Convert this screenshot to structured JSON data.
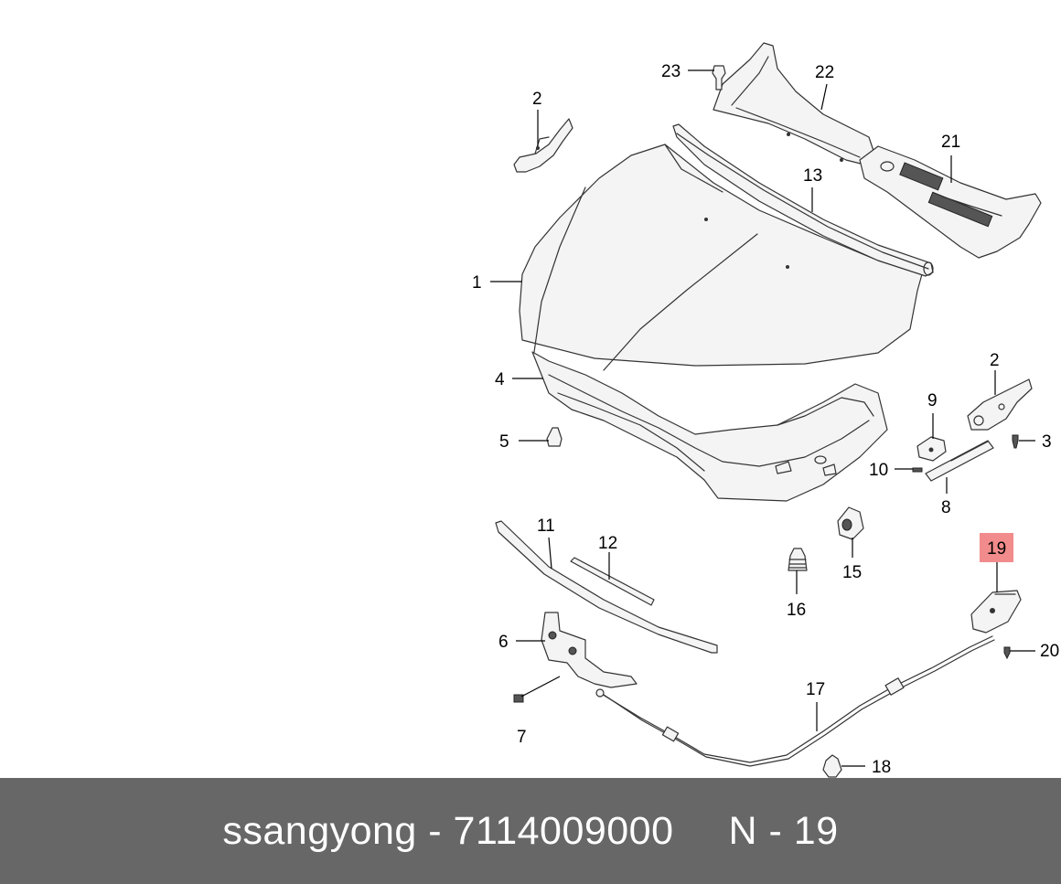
{
  "callouts": {
    "c23": "23",
    "c22": "22",
    "c2a": "2",
    "c21": "21",
    "c13": "13",
    "c1": "1",
    "c4": "4",
    "c2b": "2",
    "c9": "9",
    "c3": "3",
    "c5": "5",
    "c10": "10",
    "c8": "8",
    "c11": "11",
    "c12": "12",
    "c15": "15",
    "c19": "19",
    "c16": "16",
    "c6": "6",
    "c20": "20",
    "c17": "17",
    "c7": "7",
    "c18": "18"
  },
  "highlight_color": "#f28b8b",
  "footer": {
    "part_text": "ssangyong - 7114009000",
    "ref_text": "N - 19"
  }
}
